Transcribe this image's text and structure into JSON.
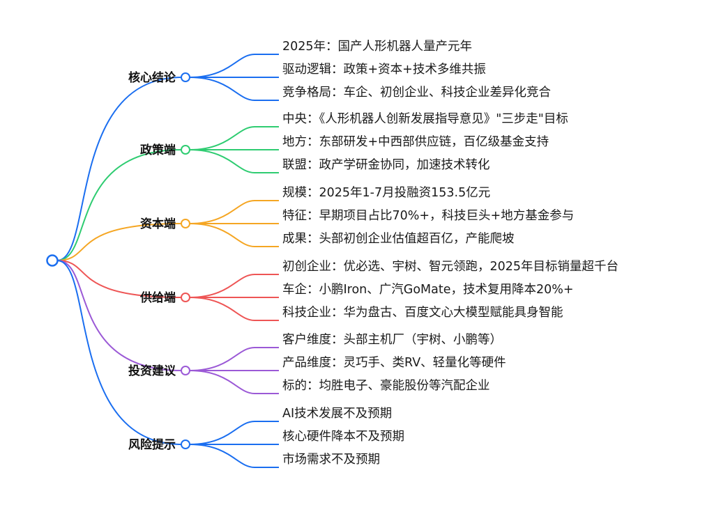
{
  "root": {
    "color": "#1a6ef0"
  },
  "branches": [
    {
      "label": "核心结论",
      "color": "#1a6ef0",
      "items": [
        "2025年：国产人形机器人量产元年",
        "驱动逻辑：政策+资本+技术多维共振",
        "竞争格局：车企、初创企业、科技企业差异化竞合"
      ]
    },
    {
      "label": "政策端",
      "color": "#2ecc71",
      "items": [
        "中央：《人形机器人创新发展指导意见》\"三步走\"目标",
        "地方：东部研发+中西部供应链，百亿级基金支持",
        "联盟：政产学研金协同，加速技术转化"
      ]
    },
    {
      "label": "资本端",
      "color": "#f5a623",
      "items": [
        "规模：2025年1-7月投融资153.5亿元",
        "特征：早期项目占比70%+，科技巨头+地方基金参与",
        "成果：头部初创企业估值超百亿，产能爬坡"
      ]
    },
    {
      "label": "供给端",
      "color": "#ee5555",
      "items": [
        "初创企业：优必选、宇树、智元领跑，2025年目标销量超千台",
        "车企：小鹏Iron、广汽GoMate，技术复用降本20%+",
        "科技企业：华为盘古、百度文心大模型赋能具身智能"
      ]
    },
    {
      "label": "投资建议",
      "color": "#9b59d6",
      "items": [
        "客户维度：头部主机厂（宇树、小鹏等）",
        "产品维度：灵巧手、类RV、轻量化等硬件",
        "标的：均胜电子、豪能股份等汽配企业"
      ]
    },
    {
      "label": "风险提示",
      "color": "#1a6ef0",
      "items": [
        "AI技术发展不及预期",
        "核心硬件降本不及预期",
        "市场需求不及预期"
      ]
    }
  ]
}
